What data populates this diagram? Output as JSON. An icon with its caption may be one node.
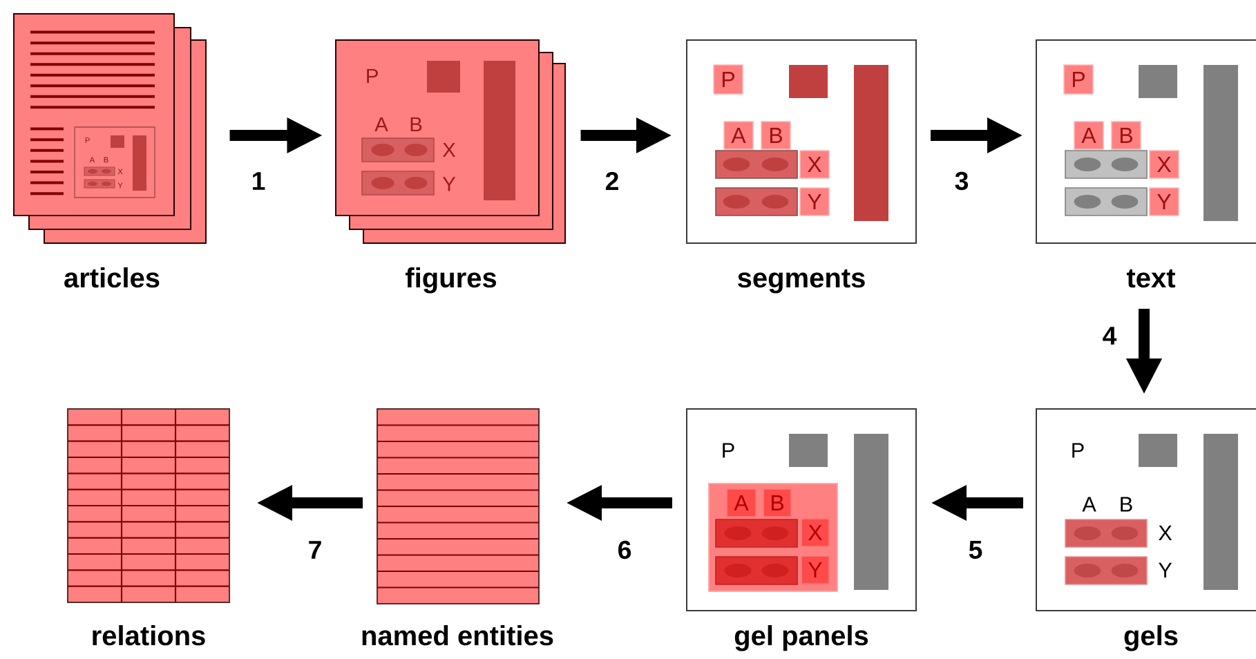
{
  "diagram": {
    "nodes": [
      {
        "text": [
          "articles"
        ]
      },
      {
        "text": [
          "figures"
        ]
      },
      {
        "text": [
          "segments"
        ]
      },
      {
        "text": [
          "P"
        ],
        "in": 2
      },
      {
        "text": [
          "A"
        ],
        "in": 2
      },
      {
        "text": [
          "B"
        ],
        "in": 2
      },
      {
        "text": [
          "X"
        ],
        "in": 2
      },
      {
        "text": [
          "Y"
        ],
        "in": 2
      },
      {
        "text": [
          "text"
        ]
      },
      {
        "text": [
          "P"
        ],
        "in": 8
      },
      {
        "text": [
          "A"
        ],
        "in": 8
      },
      {
        "text": [
          "B"
        ],
        "in": 8
      },
      {
        "text": [
          "X"
        ],
        "in": 8
      },
      {
        "text": [
          "Y"
        ],
        "in": 8
      },
      {
        "text": [
          "relations"
        ]
      },
      {
        "text": [
          "named entities"
        ]
      },
      {
        "text": [
          "gel panels"
        ]
      },
      {
        "text": [
          "A"
        ],
        "in": 16
      },
      {
        "text": [
          "B"
        ],
        "in": 16
      },
      {
        "text": [
          "X"
        ],
        "in": 16
      },
      {
        "text": [
          "Y"
        ],
        "in": 16
      },
      {
        "text": [
          "gels"
        ]
      }
    ],
    "edges": [
      {
        "from": 0,
        "to": 1,
        "arrow": "to",
        "label": "1"
      },
      {
        "from": 1,
        "to": 2,
        "arrow": "to",
        "label": "2"
      },
      {
        "from": 2,
        "to": 8,
        "arrow": "to",
        "label": "3"
      },
      {
        "from": 8,
        "to": 21,
        "arrow": "to",
        "label": "4"
      },
      {
        "from": 21,
        "to": 16,
        "arrow": "to",
        "label": "5"
      },
      {
        "from": 16,
        "to": 15,
        "arrow": "to",
        "label": "6"
      },
      {
        "from": 15,
        "to": 14,
        "arrow": "to",
        "label": "7"
      }
    ],
    "labels": [
      "P",
      "A",
      "B",
      "X",
      "Y",
      "P",
      "A",
      "B",
      "X",
      "Y",
      "P",
      "P",
      "A",
      "B",
      "X",
      "Y"
    ]
  }
}
